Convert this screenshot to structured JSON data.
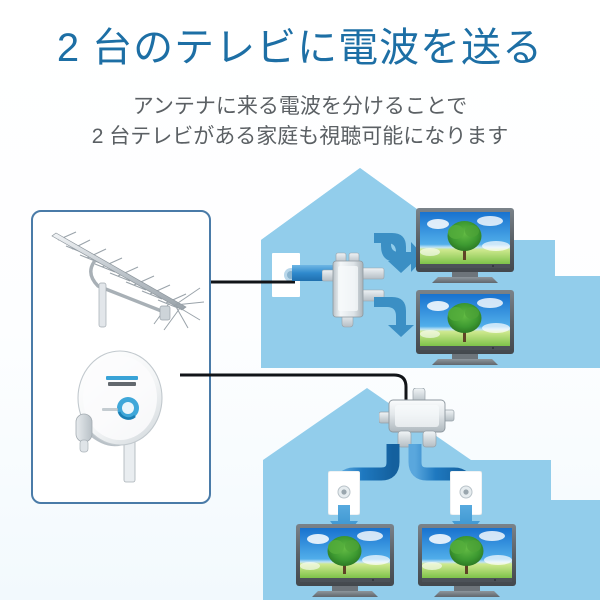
{
  "page": {
    "title": "2 台のテレビに電波を送る",
    "subtitle_line1": "アンテナに来る電波を分けることで",
    "subtitle_line2": "2 台テレビがある家庭も視聴可能になります",
    "background_color": "#fdfeff"
  },
  "colors": {
    "title_blue": "#1d6fa5",
    "subtitle_gray": "#5b6064",
    "house_blue": "#92cdeb",
    "arrow_blue": "#3b8fc4",
    "pipe_blue": "#1f79c0",
    "panel_border": "#4a7ba8",
    "cable_black": "#111418",
    "splitter_silver": "#e3e7ea",
    "tv_bezel": "#5a6066",
    "tv_sky": "#1f86e0",
    "tv_grass": "#8bc94a",
    "tv_tree": "#3f9b33"
  },
  "antenna_panel": {
    "name": "antenna-sources-panel",
    "items": [
      {
        "label": "yagi-antenna",
        "type": "terrestrial"
      },
      {
        "label": "satellite-dish",
        "type": "satellite"
      }
    ]
  },
  "upper_house": {
    "name": "house-upper",
    "outlet_label": "wall-outlet",
    "splitter_label": "signal-splitter",
    "tv_count": 2,
    "arrow_count": 2,
    "tvs": [
      {
        "name": "tv-upper-1",
        "screen": "tree-and-sky"
      },
      {
        "name": "tv-upper-2",
        "screen": "tree-and-sky"
      }
    ]
  },
  "lower_house": {
    "name": "house-lower",
    "splitter_label": "signal-splitter",
    "wall_plates": [
      {
        "name": "wall-plate-left",
        "icon": "coax-socket-icon"
      },
      {
        "name": "wall-plate-right",
        "icon": "coax-socket-icon"
      }
    ],
    "tvs": [
      {
        "name": "tv-lower-1",
        "screen": "tree-and-sky"
      },
      {
        "name": "tv-lower-2",
        "screen": "tree-and-sky"
      }
    ]
  },
  "cables": [
    {
      "name": "cable-terrestrial-to-upper-house",
      "from": "yagi-antenna",
      "to": "upper-house-outlet"
    },
    {
      "name": "cable-satellite-to-lower-house",
      "from": "satellite-dish",
      "to": "lower-house-splitter"
    }
  ]
}
